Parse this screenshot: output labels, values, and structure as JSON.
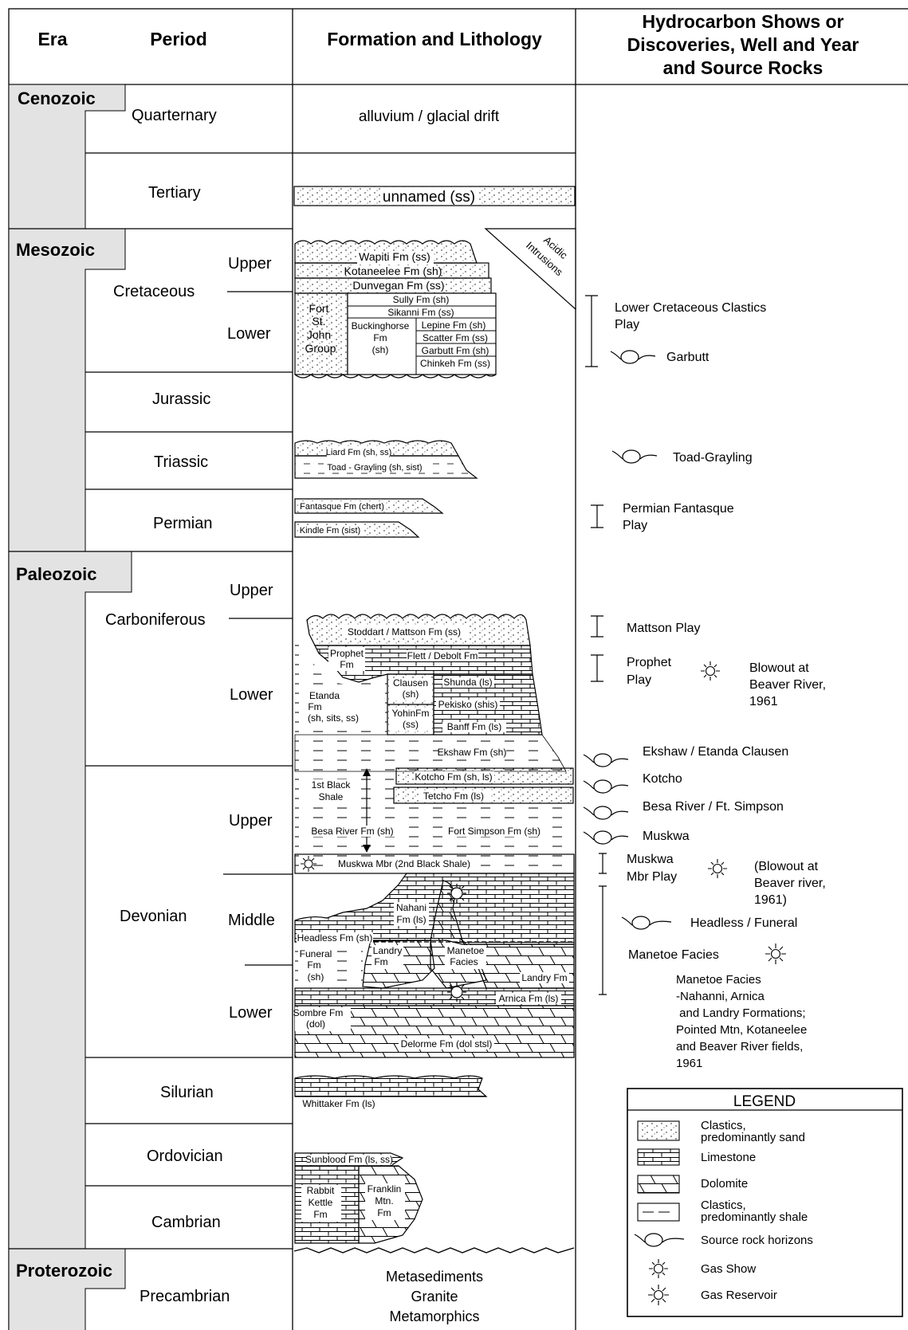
{
  "headers": {
    "era": "Era",
    "period": "Period",
    "formation": "Formation and Lithology",
    "shows": [
      "Hydrocarbon Shows or",
      "Discoveries, Well and Year",
      "and Source Rocks"
    ]
  },
  "eras": [
    "Cenozoic",
    "Mesozoic",
    "Paleozoic",
    "Proterozoic"
  ],
  "periods": [
    "Quarternary",
    "Tertiary",
    "Cretaceous",
    "Jurassic",
    "Triassic",
    "Permian",
    "Carboniferous",
    "Devonian",
    "Silurian",
    "Ordovician",
    "Cambrian",
    "Precambrian"
  ],
  "subdivisions": [
    "Upper",
    "Lower",
    "Upper",
    "Lower",
    "Upper",
    "Middle",
    "Lower"
  ],
  "formations": {
    "quaternary": "alluvium / glacial drift",
    "tertiary": "unnamed (ss)",
    "wapiti": "Wapiti Fm (ss)",
    "kotaneelee": "Kotaneelee Fm (sh)",
    "dunvegan": "Dunvegan Fm (ss)",
    "fort_st_john": [
      "Fort",
      "St.",
      "John",
      "Group"
    ],
    "sully": "Sully Fm (sh)",
    "sikanni": "Sikanni Fm (ss)",
    "buckinghorse": [
      "Buckinghorse",
      "Fm",
      "(sh)"
    ],
    "lepine": "Lepine Fm (sh)",
    "scatter": "Scatter Fm (ss)",
    "garbutt": "Garbutt Fm (sh)",
    "chinkeh": "Chinkeh Fm (ss)",
    "acidic": [
      "Acidic",
      "Intrusions"
    ],
    "liard": "Liard Fm (sh, ss)",
    "toad": "Toad - Grayling (sh, sist)",
    "fantasque": "Fantasque Fm (chert)",
    "kindle": "Kindle Fm (sist)",
    "stoddart": "Stoddart / Mattson Fm (ss)",
    "prophet": [
      "Prophet",
      "Fm"
    ],
    "flett": "Flett / Debolt Fm",
    "etanda": [
      "Etanda",
      "Fm",
      "(sh, sits, ss)"
    ],
    "clausen": [
      "Clausen",
      "(sh)"
    ],
    "yohin": [
      "YohinFm",
      "(ss)"
    ],
    "shunda": "Shunda (ls)",
    "pekisko": "Pekisko (shis)",
    "banff": "Banff Fm (ls)",
    "ekshaw": "Ekshaw Fm (sh)",
    "black1": [
      "1st Black",
      "Shale"
    ],
    "kotcho": "Kotcho Fm (sh, ls)",
    "tetcho": "Tetcho Fm (ls)",
    "besa": "Besa River Fm (sh)",
    "fortsimpson": "Fort Simpson Fm (sh)",
    "muskwa": "Muskwa Mbr (2nd Black Shale)",
    "nahanni": [
      "Nahani",
      "Fm (ls)"
    ],
    "headless": "Headless Fm (sh)",
    "funeral": [
      "Funeral",
      "Fm",
      "(sh)"
    ],
    "landry1": [
      "Landry",
      "Fm"
    ],
    "manetoe": [
      "Manetoe",
      "Facies"
    ],
    "landry2": "Landry Fm",
    "arnica": "Arnica Fm (ls)",
    "sombre": [
      "Sombre Fm",
      "(dol)"
    ],
    "delorme": "Delorme Fm (dol stsl)",
    "whittaker": "Whittaker Fm (ls)",
    "sunblood": "Sunblood Fm (ls, ss)",
    "rabbit": [
      "Rabbit",
      "Kettle",
      "Fm"
    ],
    "franklin": [
      "Franklin",
      "Mtn.",
      "Fm"
    ],
    "precambrian": [
      "Metasediments",
      "Granite",
      "Metamorphics"
    ]
  },
  "shows": {
    "lcc": [
      "Lower Cretaceous Clastics",
      "Play"
    ],
    "garbutt": "Garbutt",
    "toad": "Toad-Grayling",
    "permian": [
      "Permian Fantasque",
      "Play"
    ],
    "mattson": "Mattson Play",
    "prophet": [
      "Prophet",
      "Play"
    ],
    "blowout1": [
      "Blowout at",
      "Beaver River,",
      "1961"
    ],
    "ekshaw": "Ekshaw /  Etanda Clausen",
    "kotcho": "Kotcho",
    "besa": "Besa River / Ft. Simpson",
    "muskwa": "Muskwa",
    "muskwa_play": [
      "Muskwa",
      "Mbr Play"
    ],
    "blowout2": [
      "(Blowout at",
      "Beaver river,",
      "1961)"
    ],
    "headless": "Headless / Funeral",
    "manetoe": "Manetoe Facies",
    "manetoe_desc": [
      "Manetoe Facies",
      "-Nahanni, Arnica",
      " and Landry Formations;",
      "Pointed Mtn, Kotaneelee",
      "and Beaver River fields,",
      "1961"
    ]
  },
  "legend": {
    "title": "LEGEND",
    "items": [
      [
        "Clastics,",
        "predominantly sand"
      ],
      [
        "Limestone"
      ],
      [
        "Dolomite"
      ],
      [
        "Clastics,",
        "predominantly shale"
      ],
      [
        "Source rock horizons"
      ],
      [
        "Gas Show"
      ],
      [
        "Gas Reservoir"
      ]
    ]
  }
}
